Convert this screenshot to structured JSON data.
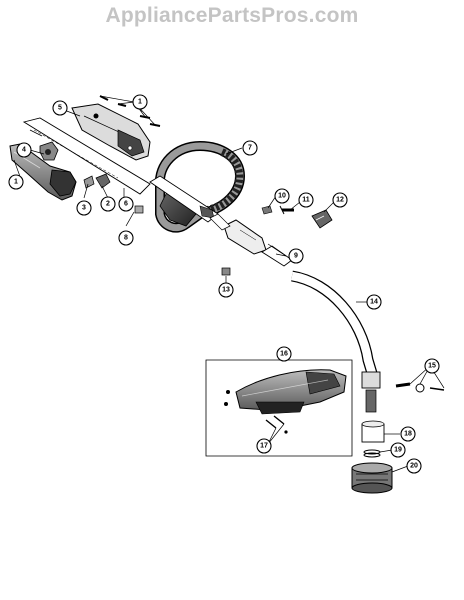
{
  "watermark": {
    "text": "AppliancePartsPros.com"
  },
  "callouts": [
    {
      "id": "c1a",
      "label": "1"
    },
    {
      "id": "c1b",
      "label": "1"
    },
    {
      "id": "c2",
      "label": "2"
    },
    {
      "id": "c3",
      "label": "3"
    },
    {
      "id": "c4",
      "label": "4"
    },
    {
      "id": "c5",
      "label": "5"
    },
    {
      "id": "c6",
      "label": "6"
    },
    {
      "id": "c7",
      "label": "7"
    },
    {
      "id": "c8",
      "label": "8"
    },
    {
      "id": "c9",
      "label": "9"
    },
    {
      "id": "c10",
      "label": "10"
    },
    {
      "id": "c11",
      "label": "11"
    },
    {
      "id": "c12",
      "label": "12"
    },
    {
      "id": "c13",
      "label": "13"
    },
    {
      "id": "c14",
      "label": "14"
    },
    {
      "id": "c15",
      "label": "15"
    },
    {
      "id": "c16",
      "label": "16"
    },
    {
      "id": "c17",
      "label": "17"
    },
    {
      "id": "c18",
      "label": "18"
    },
    {
      "id": "c19",
      "label": "19"
    },
    {
      "id": "c20",
      "label": "20"
    }
  ]
}
